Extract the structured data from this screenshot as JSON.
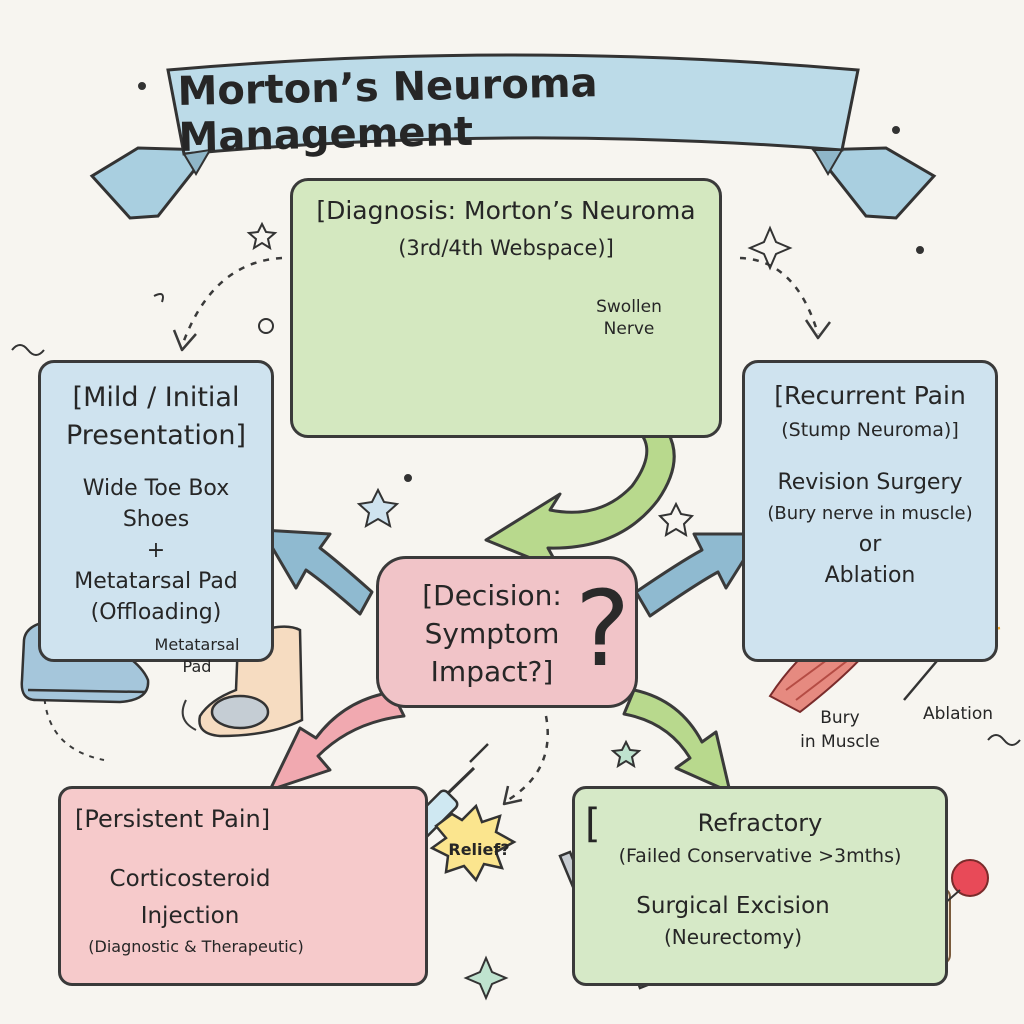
{
  "title": "Morton’s Neuroma Management",
  "diagnosis": {
    "title": "Diagnosis: Morton’s Neuroma",
    "subtitle": "(3rd/4th Webspace)",
    "label_line1": "Swollen",
    "label_line2": "Nerve"
  },
  "mild": {
    "title_line1": "Mild / Initial",
    "title_line2": "Presentation",
    "line1": "Wide Toe Box",
    "line2": "Shoes",
    "line3": "+",
    "line4": "Metatarsal Pad",
    "line5": "(Offloading)",
    "pad_label_line1": "Metatarsal",
    "pad_label_line2": "Pad"
  },
  "recurrent": {
    "title": "Recurrent Pain",
    "subtitle": "(Stump Neuroma)",
    "line1": "Revision Surgery",
    "line2": "(Bury nerve in muscle)",
    "line3": "or",
    "line4": "Ablation",
    "bury_label_line1": "Bury",
    "bury_label_line2": "in Muscle",
    "ablation_label": "Ablation"
  },
  "decision": {
    "line1": "Decision:",
    "line2": "Symptom",
    "line3": "Impact?",
    "glyph": "?"
  },
  "persistent": {
    "title": "Persistent Pain",
    "line1": "Corticosteroid",
    "line2": "Injection",
    "subtitle": "(Diagnostic & Therapeutic)",
    "relief_label": "Relief?"
  },
  "refractory": {
    "title": "Refractory",
    "subtitle": "(Failed Conservative >3mths)",
    "line1": "Surgical Excision",
    "line2": "(Neurectomy)"
  },
  "colors": {
    "green": "#d4e8c0",
    "blue": "#cfe3ef",
    "pink": "#f1c4c8",
    "banner": "#bcdbe8",
    "inflamed": "#e8434f",
    "outline": "#3a3a3a"
  }
}
